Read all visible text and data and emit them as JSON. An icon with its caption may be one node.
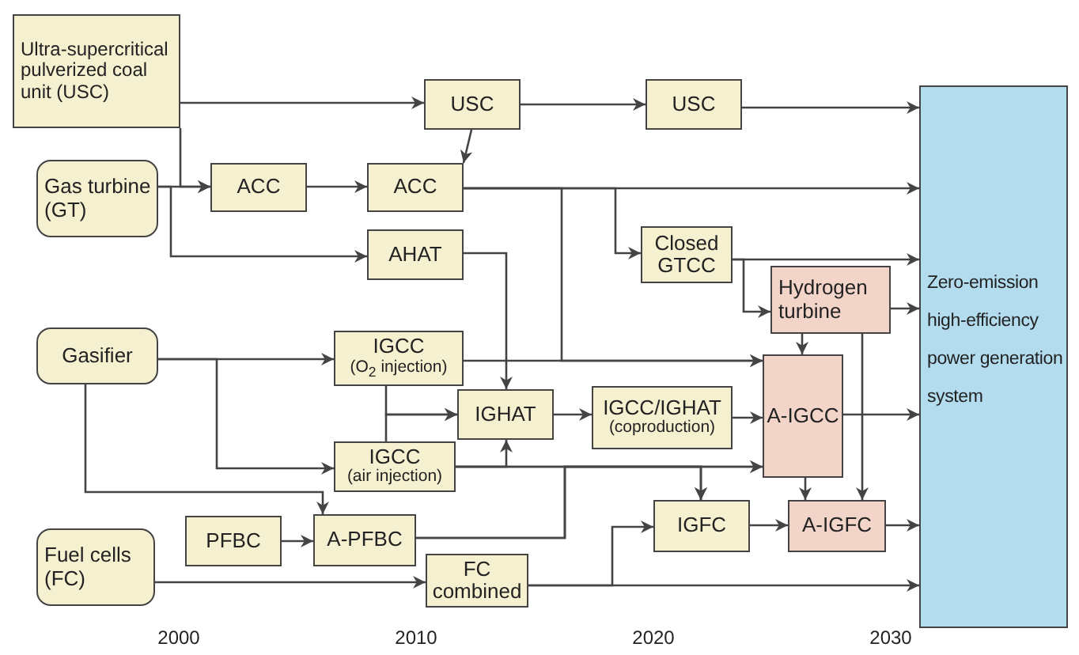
{
  "diagram": {
    "nodes": [
      {
        "text": [
          "Ultra-supercritical pulverized coal unit (USC)"
        ]
      },
      {
        "text": [
          "Gas turbine (GT)"
        ]
      },
      {
        "text": [
          "Gasifier"
        ]
      },
      {
        "text": [
          "Fuel cells (FC)"
        ]
      },
      {
        "text": [
          "USC"
        ]
      },
      {
        "text": [
          "USC"
        ]
      },
      {
        "text": [
          "ACC"
        ]
      },
      {
        "text": [
          "ACC"
        ]
      },
      {
        "text": [
          "AHAT"
        ]
      },
      {
        "text": [
          "Closed GTCC"
        ]
      },
      {
        "text": [
          "Hydrogen turbine"
        ]
      },
      {
        "text": [
          "IGCC",
          "(O$_{2}$ injection)"
        ]
      },
      {
        "text": [
          "IGHAT"
        ]
      },
      {
        "text": [
          "IGCC",
          "(air injection)"
        ]
      },
      {
        "text": [
          "IGCC/IGHAT",
          "(coproduction)"
        ]
      },
      {
        "text": [
          "A-IGCC"
        ]
      },
      {
        "text": [
          "PFBC"
        ]
      },
      {
        "text": [
          "A-PFBC"
        ]
      },
      {
        "text": [
          "FC combined"
        ]
      },
      {
        "text": [
          "IGFC"
        ]
      },
      {
        "text": [
          "A-IGFC"
        ]
      },
      {
        "text": [
          "Zero-emission high-efficiency power generation system"
        ]
      }
    ],
    "edges": [
      {
        "from": 0,
        "to": 4,
        "arrow": "to"
      },
      {
        "from": 0,
        "to": 6,
        "arrow": "to"
      },
      {
        "from": 1,
        "to": 6,
        "arrow": "to"
      },
      {
        "from": 1,
        "to": 8,
        "arrow": "to"
      },
      {
        "from": 4,
        "to": 5,
        "arrow": "to"
      },
      {
        "from": 4,
        "to": 7,
        "arrow": "to"
      },
      {
        "from": 5,
        "to": 21,
        "arrow": "to"
      },
      {
        "from": 6,
        "to": 7,
        "arrow": "to"
      },
      {
        "from": 7,
        "to": 21,
        "arrow": "to"
      },
      {
        "from": 7,
        "to": 9,
        "arrow": "to"
      },
      {
        "from": 7,
        "to": 15,
        "arrow": "to"
      },
      {
        "from": 8,
        "to": 12,
        "arrow": "to"
      },
      {
        "from": 9,
        "to": 21,
        "arrow": "to"
      },
      {
        "from": 9,
        "to": 10,
        "arrow": "to"
      },
      {
        "from": 10,
        "to": 21,
        "arrow": "to"
      },
      {
        "from": 10,
        "to": 15,
        "arrow": "to"
      },
      {
        "from": 10,
        "to": 20,
        "arrow": "to"
      },
      {
        "from": 2,
        "to": 11,
        "arrow": "to"
      },
      {
        "from": 2,
        "to": 13,
        "arrow": "to"
      },
      {
        "from": 2,
        "to": 17,
        "arrow": "to"
      },
      {
        "from": 11,
        "to": 15,
        "arrow": "to"
      },
      {
        "from": 11,
        "to": 12,
        "arrow": "to"
      },
      {
        "from": 13,
        "to": 12,
        "arrow": "to"
      },
      {
        "from": 13,
        "to": 12,
        "arrow": "to"
      },
      {
        "from": 12,
        "to": 14,
        "arrow": "to"
      },
      {
        "from": 14,
        "to": 15,
        "arrow": "to"
      },
      {
        "from": 13,
        "to": 15,
        "arrow": "to"
      },
      {
        "from": 15,
        "to": 21,
        "arrow": "to"
      },
      {
        "from": 15,
        "to": 20,
        "arrow": "to"
      },
      {
        "from": 16,
        "to": 17,
        "arrow": "to"
      },
      {
        "from": 17,
        "to": 15,
        "arrow": "to"
      },
      {
        "from": 17,
        "to": 19,
        "arrow": "to"
      },
      {
        "from": 13,
        "to": 19,
        "arrow": "to"
      },
      {
        "from": 3,
        "to": 18,
        "arrow": "to"
      },
      {
        "from": 18,
        "to": 21,
        "arrow": "to"
      },
      {
        "from": 18,
        "to": 19,
        "arrow": "to"
      },
      {
        "from": 19,
        "to": 20,
        "arrow": "to"
      },
      {
        "from": 20,
        "to": 21,
        "arrow": "to"
      }
    ],
    "labels": [
      "2000",
      "2010",
      "2020",
      "2030"
    ]
  }
}
